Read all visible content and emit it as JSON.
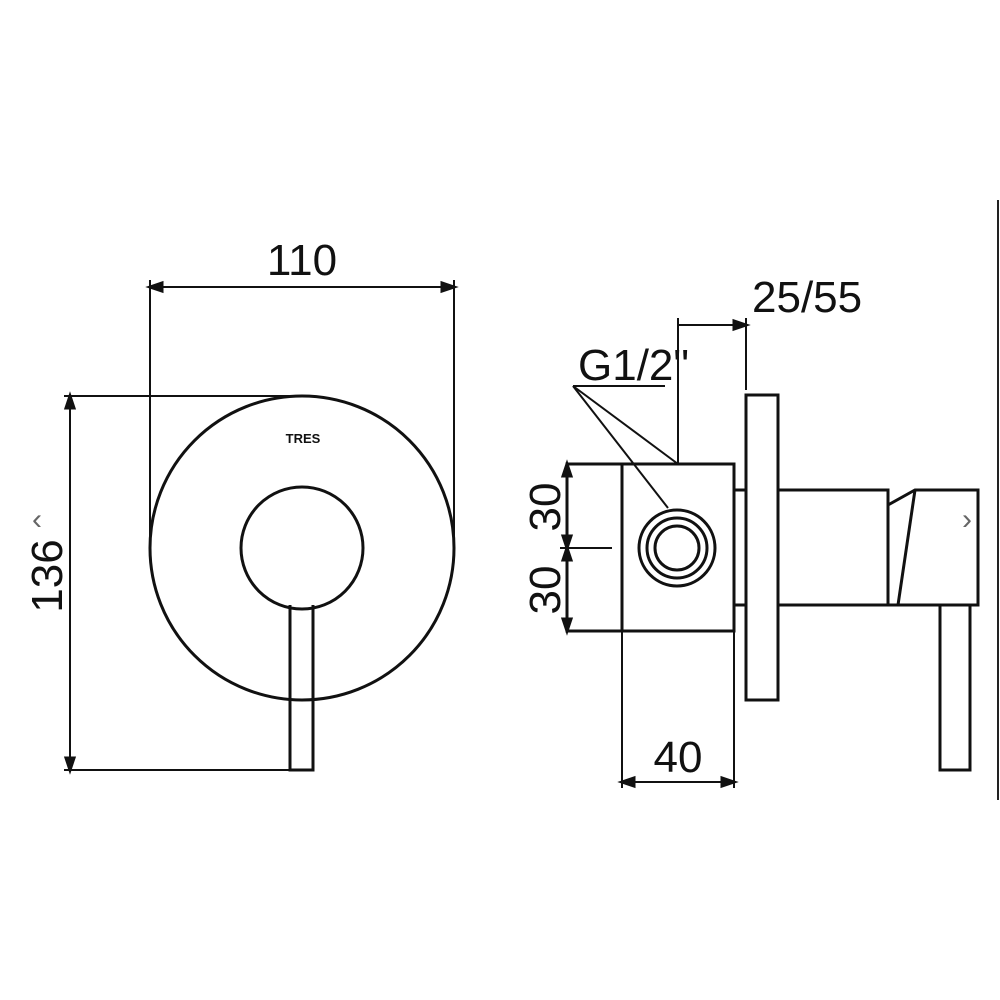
{
  "front_view": {
    "width_label": "110",
    "height_label": "136",
    "logo_text": "TRES"
  },
  "side_view": {
    "thread_label": "G1/2\"",
    "depth_label": "25/55",
    "upper_offset_label": "30",
    "lower_offset_label": "30",
    "body_depth_label": "40"
  },
  "navigation": {
    "prev_icon": "chevron-left-icon",
    "next_icon": "chevron-right-icon",
    "prev_glyph": "‹",
    "next_glyph": "›"
  },
  "colors": {
    "line": "#111111",
    "arrow": "#666666"
  }
}
